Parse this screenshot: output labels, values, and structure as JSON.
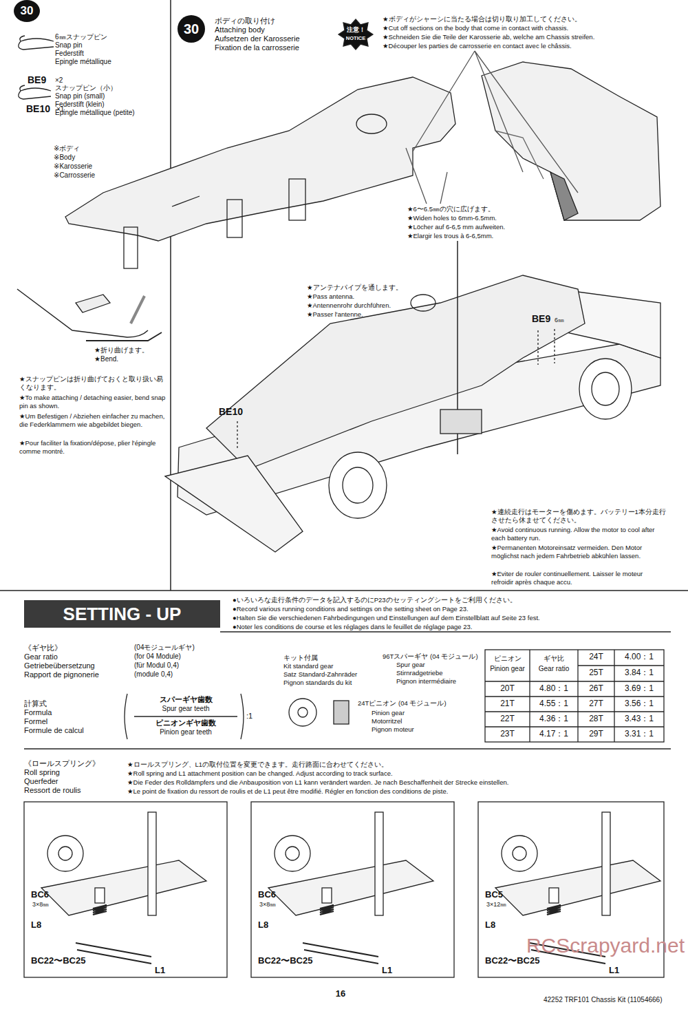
{
  "diagram": {
    "nodes": [
      {
        "text": [
          "30"
        ]
      },
      {
        "text": [
          "30"
        ]
      },
      {
        "text": [
          "SETTING - UP"
        ]
      }
    ],
    "labels": [
      "6㎜スナップピン",
      "Snap pin",
      "Federstift",
      "Epingle métallique",
      "BE9",
      "×2",
      "スナップピン（小）",
      "Snap pin (small)",
      "Federstift (klein)",
      "Epingle métallique (petite)",
      "BE10",
      "×1",
      "※ボディ",
      "※Body",
      "※Karosserie",
      "※Carrosserie",
      "★折り曲げます。",
      "★Bend.",
      "★スナップピンは折り曲げておくと取り扱い易くなります。",
      "★To make attaching / detaching easier, bend snap pin as shown.",
      "★Um Befestigen / Abziehen einfacher zu machen, die Federklammern wie abgebildet biegen.",
      "★Pour faciliter la fixation/dépose, plier l'épingle comme montré.",
      "ボディの取り付け",
      "Attaching body",
      "Aufsetzen der Karosserie",
      "Fixation de la carrosserie",
      "注意！",
      "NOTICE",
      "★ボディがシャーシに当たる場合は切り取り加工してください。",
      "★Cut off sections on the body that come in contact with chassis.",
      "★Schneiden Sie die Teile der Karosserie ab, welche am Chassis streifen.",
      "★Découper les parties de carrosserie en contact avec le châssis.",
      "★6〜6.5㎜の穴に広げます。",
      "★Widen holes to 6mm-6.5mm.",
      "★Löcher auf 6-6,5 mm aufweiten.",
      "★Elargir les trous à 6-6,5mm.",
      "★アンテナパイプを通します。",
      "★Pass antenna.",
      "★Antennenrohr durchführen.",
      "★Passer l'antenne.",
      "BE9",
      "6㎜",
      "BE10",
      "★連続走行はモーターを傷めます。バッテリー1本分走行させたら休ませてください。",
      "★Avoid continuous running. Allow the motor to cool after each battery run.",
      "★Permanenten Motoreinsatz vermeiden. Den Motor möglichst nach jedem Fahrbetrieb abkühlen lassen.",
      "★Eviter de rouler continuellement. Laisser le moteur refroidir après chaque accu.",
      "●いろいろな走行条件のデータを記入するのにP23のセッティングシートをご利用ください。",
      "●Record various running conditions and settings on the setting sheet on Page 23.",
      "●Halten Sie die verschiedenen Fahrbedingungen und Einstellungen auf dem Einstellblatt auf Seite 23 fest.",
      "●Noter les conditions de course et les réglages dans le feuillet de réglage page 23.",
      "《ギヤ比》",
      "Gear ratio",
      "Getriebeübersetzung",
      "Rapport de pignonerie",
      "(04モジュールギヤ)",
      "(for 04 Module)",
      "(für Modul 0,4)",
      "(module 0,4)",
      "計算式",
      "Formula",
      "Formel",
      "Formule de calcul",
      "スパーギヤ歯数",
      "Spur gear teeth",
      "ピニオンギヤ歯数",
      "Pinion gear teeth",
      ":1",
      "キット付属",
      "Kit standard gear",
      "Satz Standard-Zahnräder",
      "Pignon standards du kit",
      "96Tスパーギヤ (04 モジュール)",
      "Spur gear",
      "Stirnradgetriebe",
      "Pignon intermédiaire",
      "24Tピニオン (04 モジュール)",
      "Pinion gear",
      "Motorritzel",
      "Pignon moteur",
      "ピニオン",
      "Pinion gear",
      "ギヤ比",
      "Gear ratio",
      "20T",
      "4.80：1",
      "21T",
      "4.55：1",
      "22T",
      "4.36：1",
      "23T",
      "4.17：1",
      "24T",
      "4.00：1",
      "25T",
      "3.84：1",
      "26T",
      "3.69：1",
      "27T",
      "3.56：1",
      "28T",
      "3.43：1",
      "29T",
      "3.31：1",
      "《ロールスプリング》",
      "Roll spring",
      "Querfeder",
      "Ressort de roulis",
      "★ロールスプリング、L1の取付位置を変更できます。走行路面に合わせてください。",
      "★Roll spring and L1 attachment position can be changed. Adjust according to track surface.",
      "★Die Feder des Rolldämpfers und die Anbauposition von L1 kann verändert warden. Je nach Beschaffenheit der Strecke einstellen.",
      "★Le point de fixation du ressort de roulis et de L1 peut être modifié. Régler en fonction des conditions de piste.",
      "BC6",
      "3×8㎜",
      "L8",
      "BC22〜BC25",
      "L1",
      "BC6",
      "3×8㎜",
      "L8",
      "BC22〜BC25",
      "L1",
      "BC5",
      "3×12㎜",
      "L8",
      "BC22〜BC25",
      "L1",
      "16",
      "42252 TRF101 Chassis Kit (11054666)",
      "RCScrapyard.net"
    ]
  }
}
